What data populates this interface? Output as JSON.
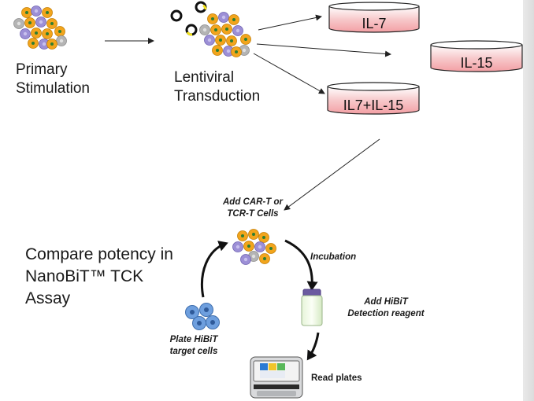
{
  "workflow": {
    "steps": {
      "primary_stimulation": [
        "Primary",
        "Stimulation"
      ],
      "lentiviral_transduction": [
        "Lentiviral",
        "Transduction"
      ]
    },
    "cytokine_dishes": [
      "IL-7",
      "IL-15",
      "IL7+IL-15"
    ]
  },
  "assay": {
    "compare_text": [
      "Compare potency in",
      "NanoBiT™ TCK",
      "Assay"
    ],
    "add_cells": [
      "Add CAR-T or",
      "TCR-T Cells"
    ],
    "incubation": "Incubation",
    "add_reagent": [
      "Add HiBiT",
      "Detection reagent"
    ],
    "plate_targets": [
      "Plate HiBiT",
      "target cells"
    ],
    "read_plates": "Read plates"
  },
  "colors": {
    "cell_orange": "#f2a51c",
    "cell_purple": "#9c8fd6",
    "cell_grey": "#b4b4b4",
    "cell_center_green": "#2e7d32",
    "dish_fill": "#f6b9bd",
    "target_cell_blue": "#6e9fde",
    "virus_yellow": "#f5e51a"
  }
}
